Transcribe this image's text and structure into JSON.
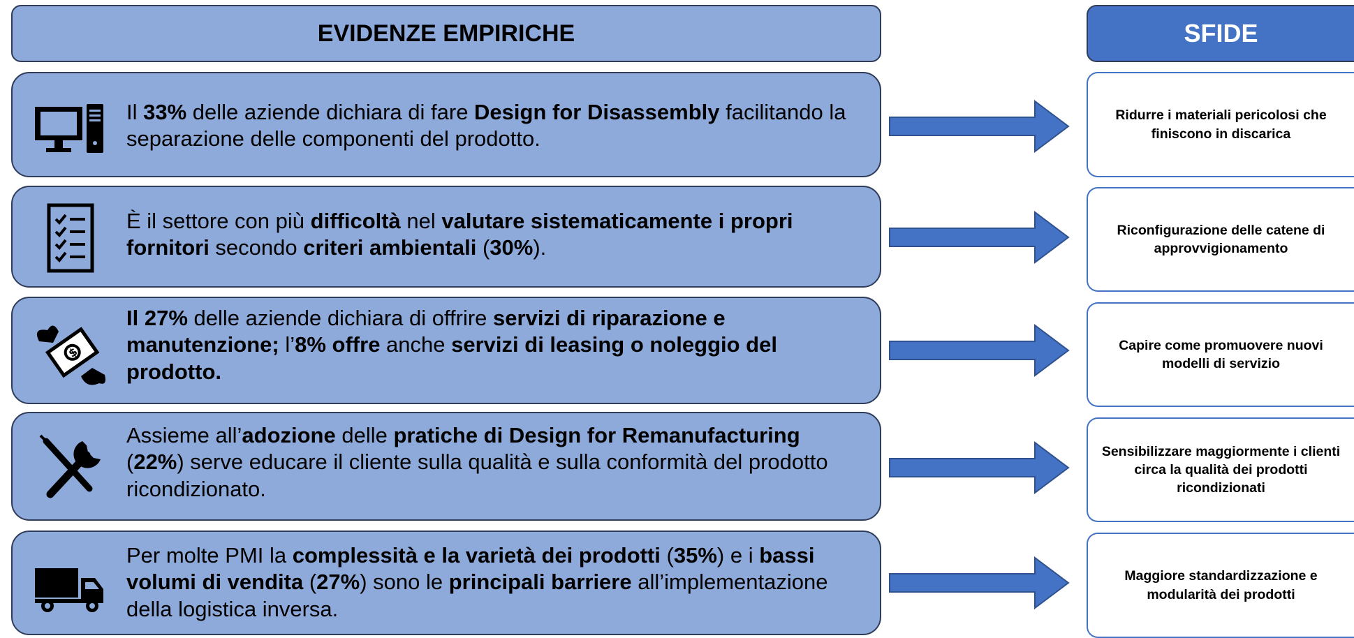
{
  "headers": {
    "left": "EVIDENZE EMPIRICHE",
    "right": "SFIDE"
  },
  "colors": {
    "box_fill": "#8eaadb",
    "box_border": "#2f3c5a",
    "accent": "#4472c4",
    "arrow_fill": "#4472c4"
  },
  "rows": [
    {
      "icon": "computer-icon",
      "evidence": [
        {
          "text": "Il ",
          "bold": false
        },
        {
          "text": "33%",
          "bold": true
        },
        {
          "text": " delle aziende dichiara di fare ",
          "bold": false
        },
        {
          "text": "Design for Disassembly",
          "bold": true
        },
        {
          "text": " facilitando la separazione delle componenti del prodotto.",
          "bold": false
        }
      ],
      "challenge": "Ridurre i materiali pericolosi che finiscono in discarica"
    },
    {
      "icon": "checklist-icon",
      "evidence": [
        {
          "text": "È il settore con più ",
          "bold": false
        },
        {
          "text": "difficoltà",
          "bold": true
        },
        {
          "text": " nel ",
          "bold": false
        },
        {
          "text": "valutare sistematicamente i propri fornitori",
          "bold": true
        },
        {
          "text": " secondo ",
          "bold": false
        },
        {
          "text": "criteri ambientali",
          "bold": true
        },
        {
          "text": " (",
          "bold": false
        },
        {
          "text": "30%",
          "bold": true
        },
        {
          "text": ").",
          "bold": false
        }
      ],
      "challenge": "Riconfigurazione delle catene di approvvigionamento"
    },
    {
      "icon": "flying-money-icon",
      "evidence": [
        {
          "text": "Il 27%",
          "bold": true
        },
        {
          "text": " delle aziende dichiara di offrire ",
          "bold": false
        },
        {
          "text": "servizi di riparazione e manutenzione;",
          "bold": true
        },
        {
          "text": " l’",
          "bold": false
        },
        {
          "text": "8% offre",
          "bold": true
        },
        {
          "text": " anche ",
          "bold": false
        },
        {
          "text": "servizi di leasing o noleggio del prodotto.",
          "bold": true
        }
      ],
      "challenge": "Capire come promuovere nuovi modelli di servizio"
    },
    {
      "icon": "tools-icon",
      "evidence": [
        {
          "text": "Assieme all’",
          "bold": false
        },
        {
          "text": "adozione",
          "bold": true
        },
        {
          "text": " delle ",
          "bold": false
        },
        {
          "text": "pratiche di Design for Remanufacturing",
          "bold": true
        },
        {
          "text": " (",
          "bold": false
        },
        {
          "text": "22%",
          "bold": true
        },
        {
          "text": ") serve educare il cliente sulla qualità e sulla conformità del prodotto ricondizionato.",
          "bold": false
        }
      ],
      "challenge": "Sensibilizzare maggiormente i clienti circa la qualità dei prodotti ricondizionati"
    },
    {
      "icon": "truck-icon",
      "evidence": [
        {
          "text": "Per molte PMI la ",
          "bold": false
        },
        {
          "text": "complessità e la varietà dei prodotti",
          "bold": true
        },
        {
          "text": " (",
          "bold": false
        },
        {
          "text": "35%",
          "bold": true
        },
        {
          "text": ") e i ",
          "bold": false
        },
        {
          "text": "bassi volumi di vendita",
          "bold": true
        },
        {
          "text": " (",
          "bold": false
        },
        {
          "text": "27%",
          "bold": true
        },
        {
          "text": ") sono le ",
          "bold": false
        },
        {
          "text": "principali barriere",
          "bold": true
        },
        {
          "text": " all’implementazione della logistica inversa.",
          "bold": false
        }
      ],
      "challenge": "Maggiore standardizzazione e modularità dei prodotti"
    }
  ]
}
